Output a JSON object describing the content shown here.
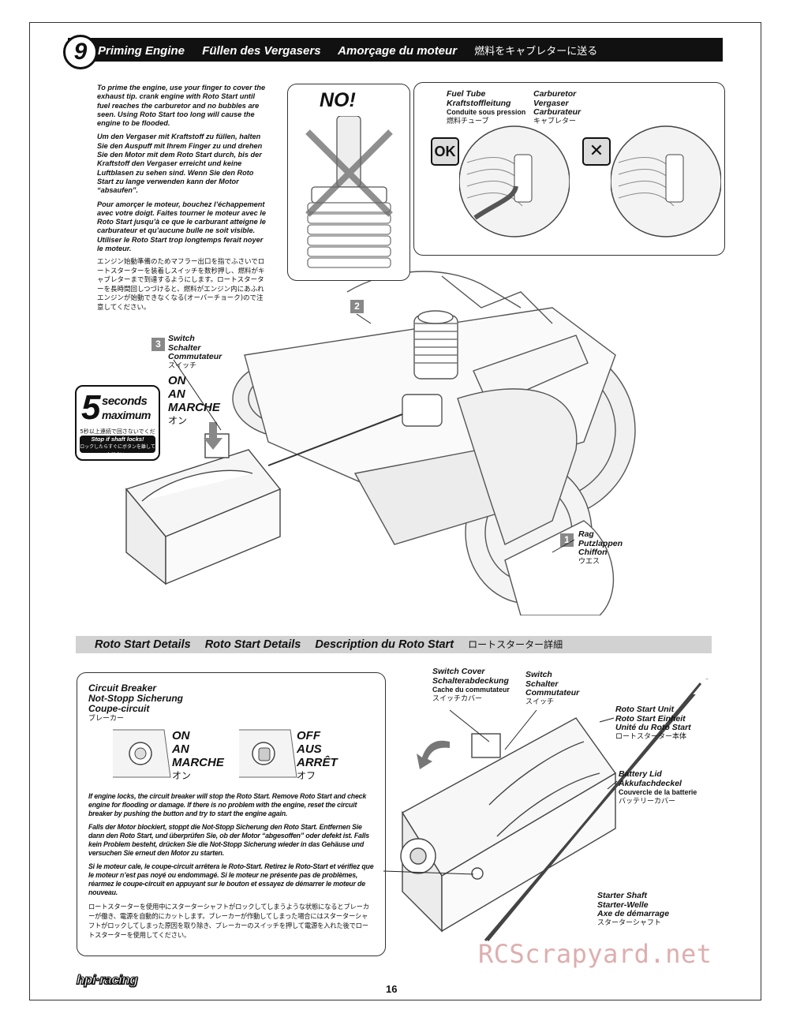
{
  "header": {
    "step_number": "9",
    "title_en": "Priming Engine",
    "title_de": "Füllen des Vergasers",
    "title_fr": "Amorçage du moteur",
    "title_jp": "燃料をキャブレターに送る"
  },
  "intro": {
    "en": "To prime the engine, use your finger to cover the exhaust tip. crank engine with Roto Start until fuel reaches the carburetor and no bubbles are seen. Using Roto Start too long will cause the engine to be flooded.",
    "de": "Um den Vergaser mit Kraftstoff zu füllen, halten Sie den Auspuff mit Ihrem Finger zu und drehen Sie den Motor mit dem Roto Start durch, bis der Kraftstoff den Vergaser erreicht und keine Luftblasen zu sehen sind. Wenn Sie den Roto Start zu lange verwenden kann der Motor “absaufen”.",
    "fr": "Pour amorçer le moteur, bouchez l’échappement avec votre doigt. Faites tourner le moteur avec le Roto Start jusqu’à ce que le carburant atteigne le carburateur et qu’aucune bulle ne soit visible. Utiliser le Roto Start trop longtemps ferait noyer le moteur.",
    "jp": "エンジン始動準備のためマフラー出口を指でふさいでロートスターターを装着しスイッチを数秒押し、燃料がキャブレターまで到達するようにします。ロートスターターを長時間回しつづけると、燃料がエンジン内にあふれエンジンが始動できなくなる(オーバーチョーク)ので注意してください。"
  },
  "no_box": {
    "label": "NO!"
  },
  "fuel_box": {
    "fuel_tube": [
      "Fuel Tube",
      "Kraftstoffleitung",
      "Conduite sous pression",
      "燃料チューブ"
    ],
    "carburetor": [
      "Carburetor",
      "Vergaser",
      "Carburateur",
      "キャブレター"
    ],
    "ok_label": "OK",
    "x_label": "✕"
  },
  "callouts": {
    "badge2": "2",
    "switch_num": "3",
    "switch": [
      "Switch",
      "Schalter",
      "Commutateur",
      "スイッチ"
    ],
    "on": [
      "ON",
      "AN",
      "MARCHE",
      "オン"
    ],
    "rag_num": "1",
    "rag": [
      "Rag",
      "Putzlappen",
      "Chiffon",
      "ウエス"
    ]
  },
  "five_seconds": {
    "number": "5",
    "line1": "seconds",
    "line2": "maximum",
    "jp": "5秒以上連続で回さないでください。",
    "stop_en": "Stop if shaft locks!",
    "stop_jp": "ロックしたらすぐにボタンを離してください。"
  },
  "subheader": {
    "en": "Roto Start Details",
    "de": "Roto Start Details",
    "fr": "Description du Roto Start",
    "jp": "ロートスターター詳細"
  },
  "circuit_breaker": {
    "title": [
      "Circuit Breaker",
      "Not-Stopp Sicherung",
      "Coupe-circuit",
      "ブレーカー"
    ],
    "on": [
      "ON",
      "AN",
      "MARCHE",
      "オン"
    ],
    "off": [
      "OFF",
      "AUS",
      "ARRÊT",
      "オフ"
    ],
    "text_en": "If engine locks, the circuit breaker will stop the Roto Start. Remove Roto Start and check engine for flooding or damage. If there is no problem with the engine, reset the circuit breaker by pushing the button and try to start the engine again.",
    "text_de": "Falls der Motor blockiert, stoppt die Not-Stopp Sicherung den Roto Start. Entfernen Sie dann den Roto Start, und überprüfen Sie, ob der Motor “abgesoffen” oder defekt ist. Falls kein Problem besteht, drücken Sie die Not-Stopp Sicherung wieder in das Gehäuse und versuchen Sie erneut den Motor zu starten.",
    "text_fr": "Si le moteur cale, le coupe-circuit arrêtera le Roto-Start. Retirez le Roto-Start et vérifiez que le moteur n’est pas noyé ou endommagé. Si le moteur ne présente pas de problèmes, réarmez le coupe-circuit en appuyant sur le bouton et essayez de démarrer le moteur de nouveau.",
    "text_jp": "ロートスターターを使用中にスターターシャフトがロックしてしまうような状態になるとブレーカーが働き、電源を自動的にカットします。ブレーカーが作動してしまった場合にはスターターシャフトがロックしてしまった原因を取り除き、ブレーカーのスイッチを押して電源を入れた後でロートスターターを使用してください。"
  },
  "roto_parts": {
    "switch_cover": [
      "Switch Cover",
      "Schalterabdeckung",
      "Cache du commutateur",
      "スイッチカバー"
    ],
    "switch": [
      "Switch",
      "Schalter",
      "Commutateur",
      "スイッチ"
    ],
    "unit": [
      "Roto Start Unit",
      "Roto Start Einheit",
      "Unité du Roto Start",
      "ロートスターター本体"
    ],
    "battery_lid": [
      "Battery Lid",
      "Akkufachdeckel",
      "Couvercle de la batterie",
      "バッテリーカバー"
    ],
    "shaft": [
      "Starter Shaft",
      "Starter-Welle",
      "Axe de démarrage",
      "スターターシャフト"
    ]
  },
  "footer": {
    "logo": "hpi·racing",
    "page": "16",
    "watermark": "RCScrapyard.net"
  }
}
